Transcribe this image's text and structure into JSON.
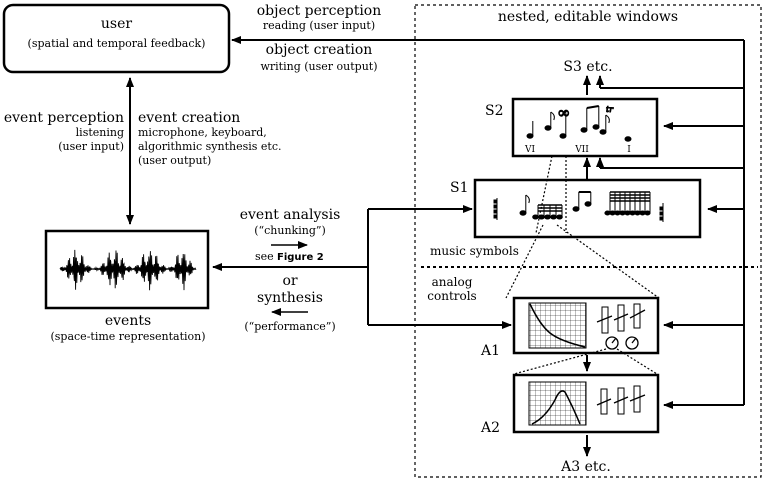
{
  "user_box": {
    "title": "user",
    "subtitle": "(spatial and temporal feedback)"
  },
  "events_box": {
    "title": "events",
    "subtitle": "(space-time representation)"
  },
  "object_perception": {
    "title": "object perception",
    "sub": "reading (user input)"
  },
  "object_creation": {
    "title": "object creation",
    "sub": "writing (user output)"
  },
  "event_perception": {
    "title": "event perception",
    "line1": "listening",
    "line2": "(user input)"
  },
  "event_creation": {
    "title": "event creation",
    "line1": "microphone, keyboard,",
    "line2": "algorithmic synthesis etc.",
    "line3": "(user output)"
  },
  "event_analysis": {
    "title": "event analysis",
    "sub": "(“chunking”)",
    "see_prefix": "see",
    "see_ref": "Figure 2"
  },
  "or_label": "or",
  "synthesis": {
    "title": "synthesis",
    "sub": "(“performance”)"
  },
  "nested_title": "nested, editable windows",
  "music_symbols": "music symbols",
  "analog_controls": {
    "line1": "analog",
    "line2": "controls"
  },
  "windows": {
    "s3": "S3 etc.",
    "s2": "S2",
    "s1": "S1",
    "a1": "A1",
    "a2": "A2",
    "a3": "A3 etc."
  },
  "s2_numerals": [
    "VI",
    "VII",
    "I"
  ]
}
